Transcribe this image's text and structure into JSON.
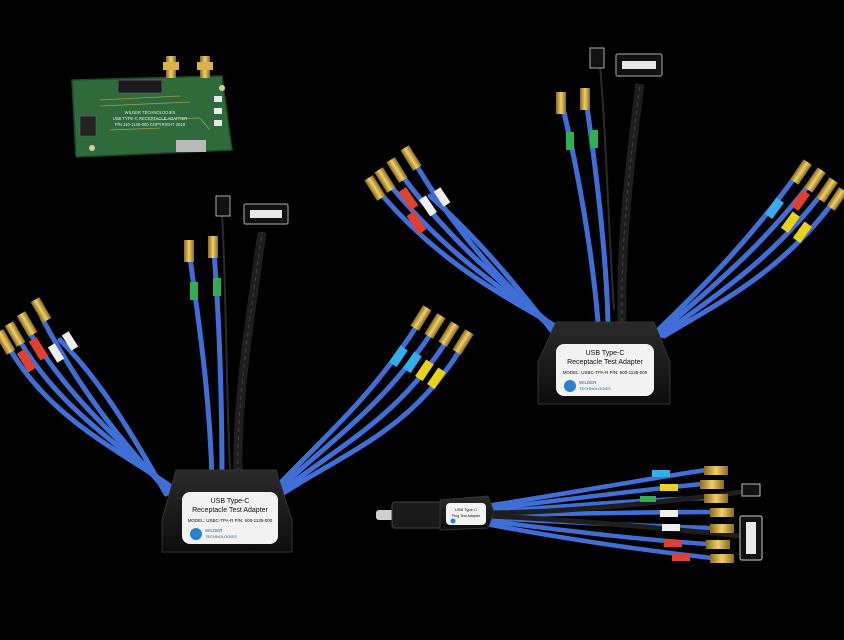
{
  "photo": {
    "background": "#000000",
    "colors": {
      "cable_blue": "#3f6fd6",
      "cable_blue_dark": "#2a4fae",
      "housing": "#161616",
      "pcb_green": "#2f6b3a",
      "gold": "#c9a23a",
      "marker_red": "#e04030",
      "marker_yellow": "#e8d21a",
      "marker_green": "#2fae55",
      "marker_white": "#eeeeee",
      "marker_cyan": "#33aee8"
    }
  },
  "pcb": {
    "label_lines": [
      "WILDER TECHNOLOGIES",
      "USB TYPE-C RECEPTACLE ADAPTER",
      "P/N 110-1136-000 COPYRIGHT 2019"
    ]
  },
  "adapters": [
    {
      "title_line1": "USB Type-C",
      "title_line2": "Receptacle Test Adapter",
      "model": "MODEL: USBC-TPA-R  P/N: 600-1135-000",
      "brand_line1": "WILDER",
      "brand_line2": "TECHNOLOGIES"
    },
    {
      "title_line1": "USB Type-C",
      "title_line2": "Receptacle Test Adapter",
      "model": "MODEL: USBC-TPA-R  P/N: 600-1135-000",
      "brand_line1": "WILDER",
      "brand_line2": "TECHNOLOGIES"
    }
  ],
  "plug_adapter": {
    "label_line1": "USB Type-C",
    "label_line2": "Plug Test Adapter"
  }
}
